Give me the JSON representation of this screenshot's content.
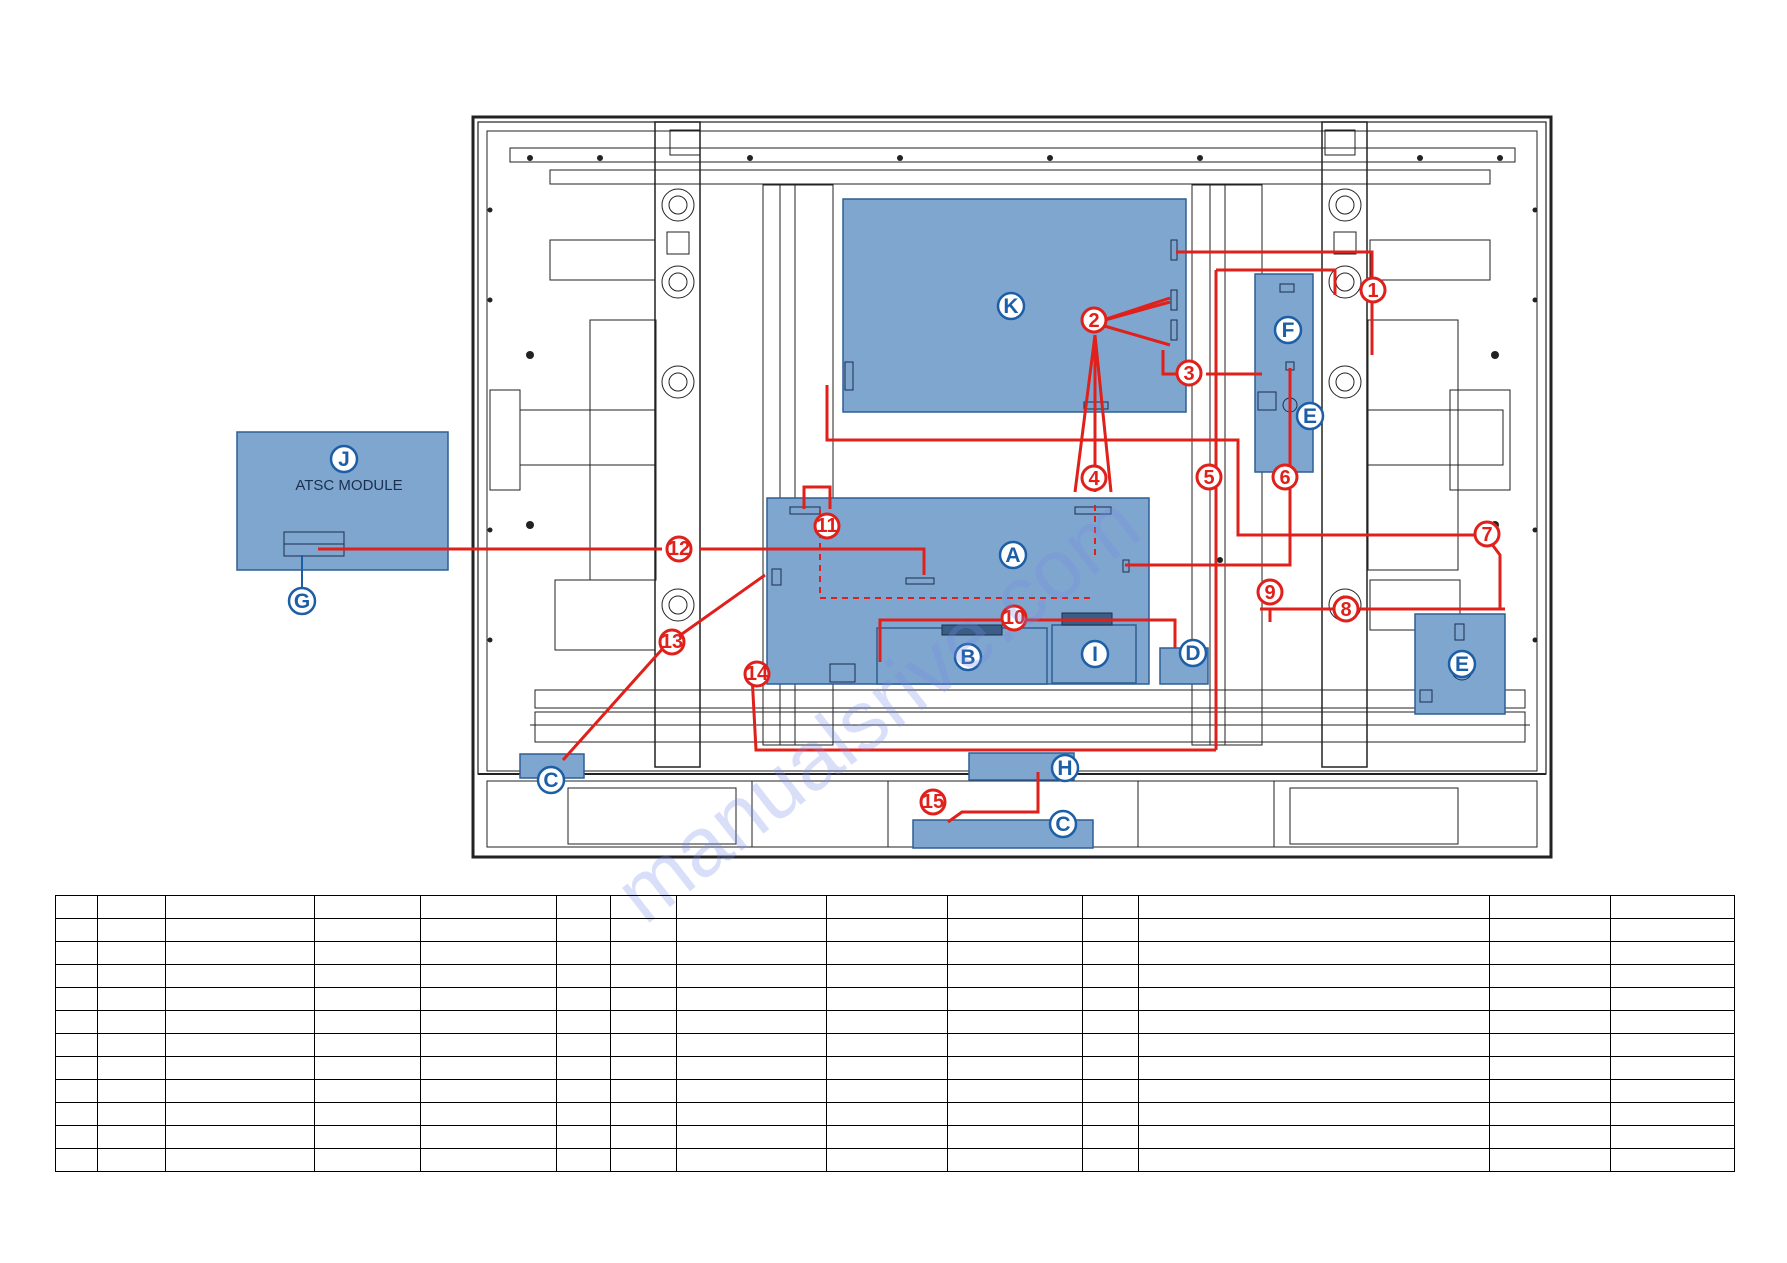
{
  "module_label": "ATSC MODULE",
  "board_letters": {
    "a": "A",
    "b": "B",
    "c": "C",
    "d": "D",
    "e": "E",
    "f": "F",
    "g": "G",
    "h": "H",
    "i": "I",
    "j": "J",
    "k": "K"
  },
  "connectors": [
    "1",
    "2",
    "3",
    "4",
    "5",
    "6",
    "7",
    "8",
    "9",
    "10",
    "11",
    "12",
    "13",
    "14",
    "15"
  ],
  "watermark": "manualsrive.com",
  "colors": {
    "board_fill": "#7fa6cf",
    "board_stroke": "#2f5f93",
    "wire": "#e0201b",
    "label_blue": "#1d5fa7"
  }
}
